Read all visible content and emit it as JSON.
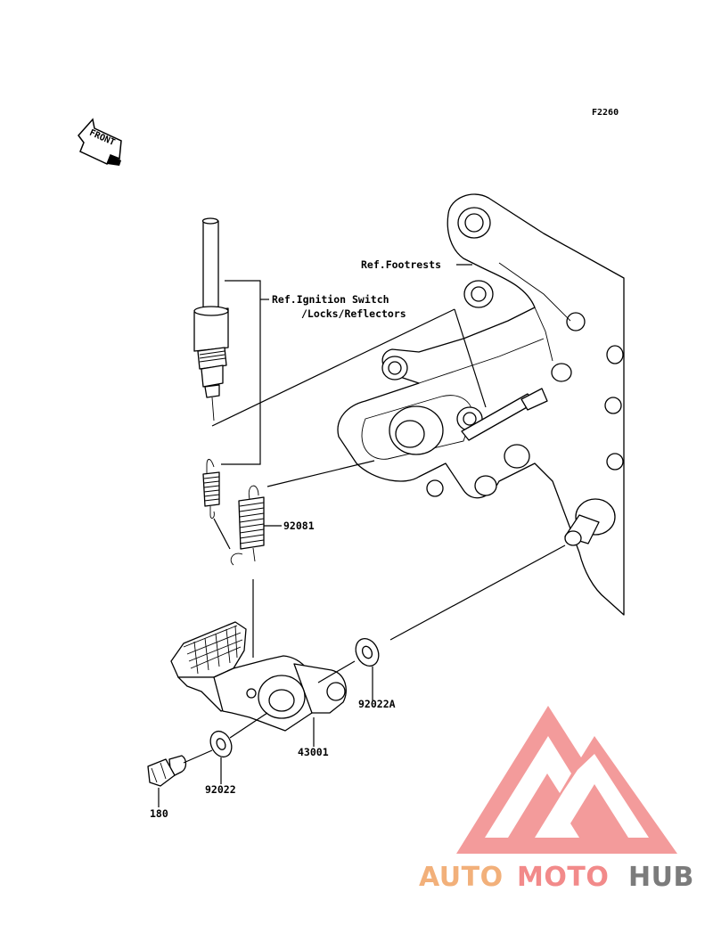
{
  "diagram_code": "F2260",
  "front_label": "FRONT",
  "labels": {
    "footrests": "Ref.Footrests",
    "ignition_line1": "Ref.Ignition Switch",
    "ignition_line2": "/Locks/Reflectors",
    "spring": "92081",
    "washer_a": "92022A",
    "pedal": "43001",
    "washer": "92022",
    "bolt": "180"
  },
  "watermark": {
    "part1": "AUTO",
    "part2": "MOTO",
    "part3": "HUB",
    "color_orange": "#f2b07a",
    "color_pink": "#f28a8a",
    "color_gray": "#7b7b7b"
  }
}
